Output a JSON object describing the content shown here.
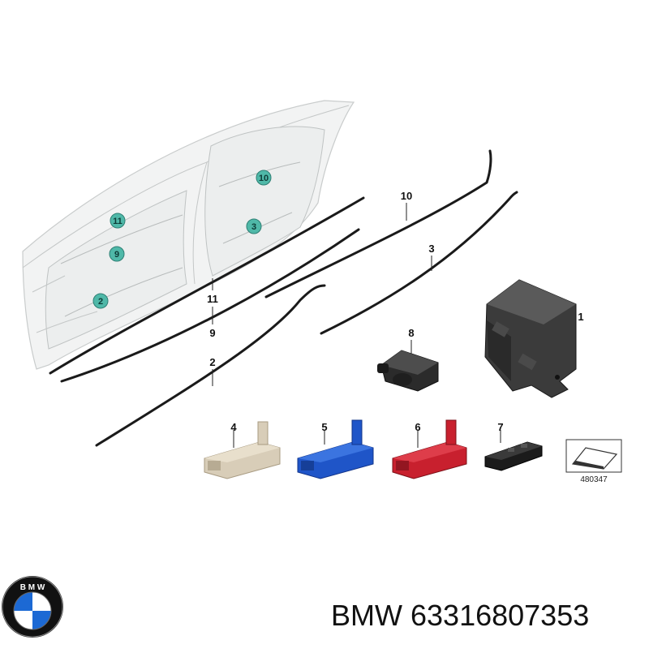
{
  "caption": {
    "brand": "BMW",
    "part_number": "63316807353"
  },
  "logo": {
    "letters": "BMW",
    "colors": {
      "blue": "#1c69d4",
      "white": "#ffffff",
      "ring": "#111111"
    }
  },
  "door_badges": [
    "11",
    "9",
    "2",
    "10",
    "3"
  ],
  "callouts": [
    "10",
    "3",
    "1",
    "11",
    "9",
    "8",
    "2",
    "4",
    "5",
    "6",
    "7"
  ],
  "reference_code": "480347",
  "colors": {
    "badge_fill": "#4fb8a8",
    "connector_beige": "#d8cdb8",
    "connector_blue": "#1f55c8",
    "connector_red": "#c8202e",
    "connector_black": "#1b1b1b",
    "module_gray": "#3b3b3b"
  }
}
